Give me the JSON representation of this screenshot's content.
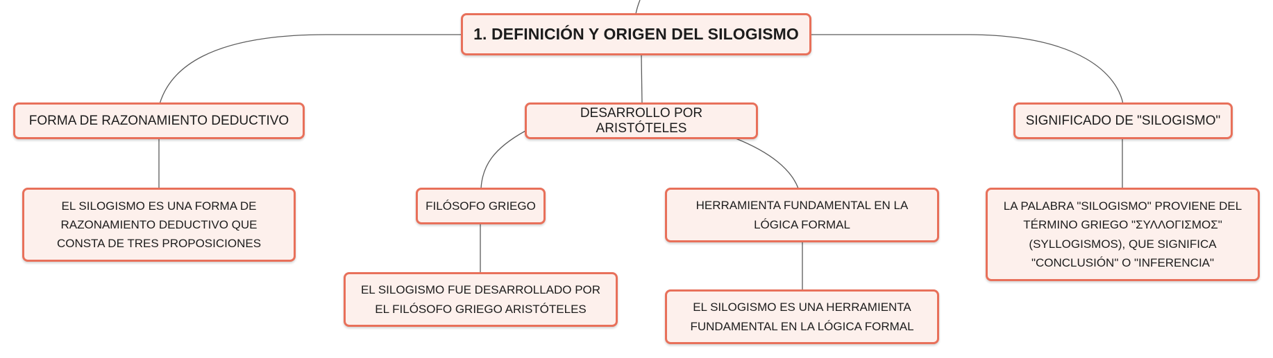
{
  "root": {
    "label": "1. DEFINICIÓN Y ORIGEN DEL SILOGISMO"
  },
  "branches": [
    {
      "label": "FORMA DE RAZONAMIENTO DEDUCTIVO",
      "children": [
        {
          "label": "EL SILOGISMO ES UNA FORMA DE RAZONAMIENTO DEDUCTIVO QUE CONSTA DE TRES PROPOSICIONES"
        }
      ]
    },
    {
      "label": "DESARROLLO POR ARISTÓTELES",
      "children": [
        {
          "label": "FILÓSOFO GRIEGO",
          "children": [
            {
              "label": "EL SILOGISMO FUE DESARROLLADO POR EL FILÓSOFO GRIEGO ARISTÓTELES"
            }
          ]
        },
        {
          "label": "HERRAMIENTA FUNDAMENTAL EN LA LÓGICA FORMAL",
          "children": [
            {
              "label": "EL SILOGISMO ES UNA HERRAMIENTA FUNDAMENTAL EN LA LÓGICA FORMAL"
            }
          ]
        }
      ]
    },
    {
      "label": "SIGNIFICADO DE \"SILOGISMO\"",
      "children": [
        {
          "label": "LA PALABRA \"SILOGISMO\" PROVIENE DEL TÉRMINO GRIEGO \"ΣΥΛΛΟΓΙΣΜΟΣ\" (SYLLOGISMOS), QUE SIGNIFICA \"CONCLUSIÓN\" O \"INFERENCIA\""
        }
      ]
    }
  ],
  "colors": {
    "node_border": "#e8705a",
    "node_fill": "#fdf0ec",
    "connector": "#5b5b5b"
  }
}
